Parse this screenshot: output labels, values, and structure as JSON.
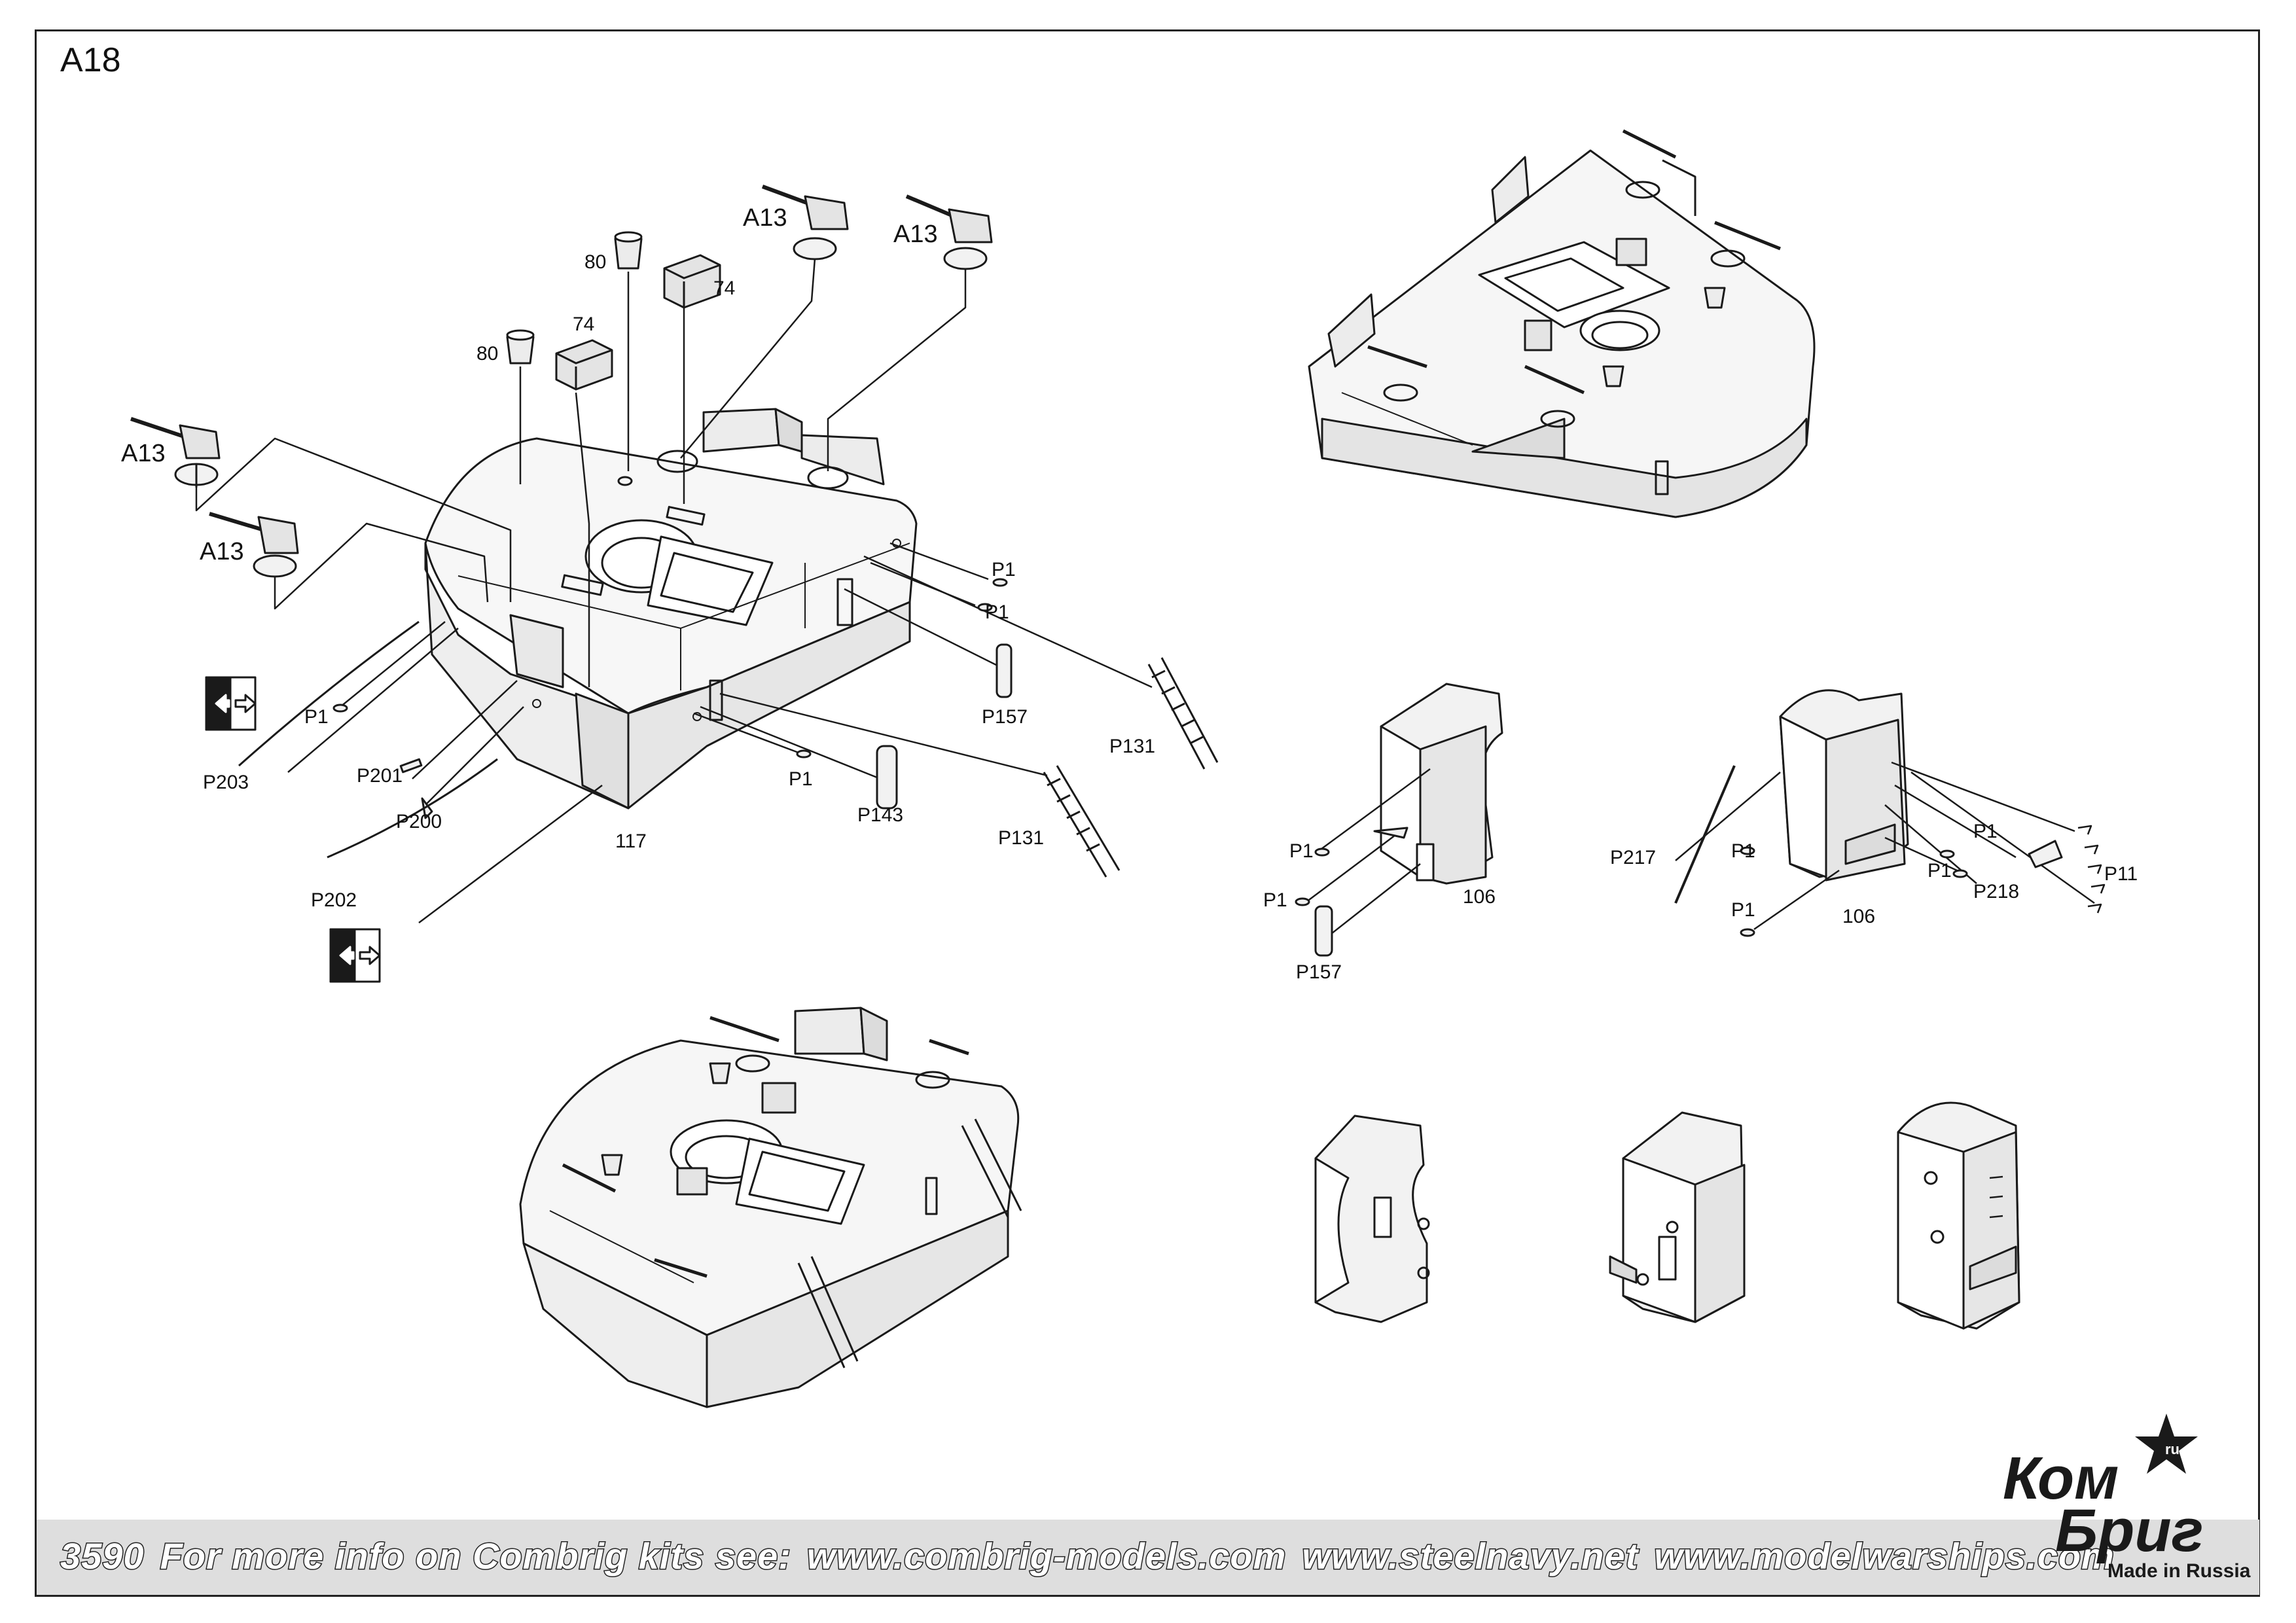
{
  "page": {
    "code": "A18"
  },
  "callouts": {
    "a13_1": "A13",
    "a13_2": "A13",
    "a13_3": "A13",
    "a13_4": "A13",
    "c80_1": "80",
    "c80_2": "80",
    "c74_1": "74",
    "c74_2": "74",
    "p1_1": "P1",
    "p1_2": "P1",
    "p1_3": "P1",
    "p1_4": "P1",
    "p157_1": "P157",
    "p131_1": "P131",
    "p131_2": "P131",
    "p143": "P143",
    "p203": "P203",
    "p201": "P201",
    "p200": "P200",
    "p202": "P202",
    "part117": "117",
    "p1_5": "P1",
    "p1_6": "P1",
    "part106_1": "106",
    "p157_2": "P157",
    "p217": "P217",
    "p1_7": "P1",
    "p1_8": "P1",
    "p1_9": "P1",
    "p1_10": "P1",
    "p11": "P11",
    "p218": "P218",
    "part106_2": "106"
  },
  "footer": {
    "kit_number": "3590",
    "info": "For more info on Combrig kits see:",
    "url1": "www.combrig-models.com",
    "url2": "www.steelnavy.net",
    "url3": "www.modelwarships.com"
  },
  "logo": {
    "line1": "Ком",
    "line2": "Бриг",
    "tagline": "Made in Russia"
  },
  "colors": {
    "line": "#1a1a1a",
    "fill_light": "#f4f4f4",
    "fill_mid": "#e2e2e2",
    "footer_band": "#dedede"
  }
}
